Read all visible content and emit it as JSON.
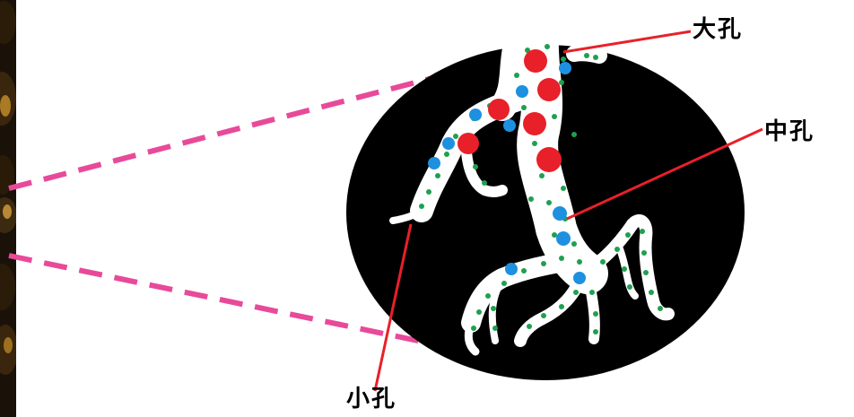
{
  "labels": {
    "large_pore": "大孔",
    "medium_pore": "中孔",
    "small_pore": "小孔"
  },
  "colors": {
    "background": "#ffffff",
    "particle_disc": "#000000",
    "pore_channel": "#ffffff",
    "large_pore": "#e8202a",
    "medium_pore": "#1e90e0",
    "small_pore": "#1fa050",
    "leader_line": "#e8202a",
    "zoom_dash": "#e84a9a"
  },
  "icons": {
    "zoom_source": "carbon-granules-image",
    "magnified_view": "magnified-particle-cross-section"
  }
}
